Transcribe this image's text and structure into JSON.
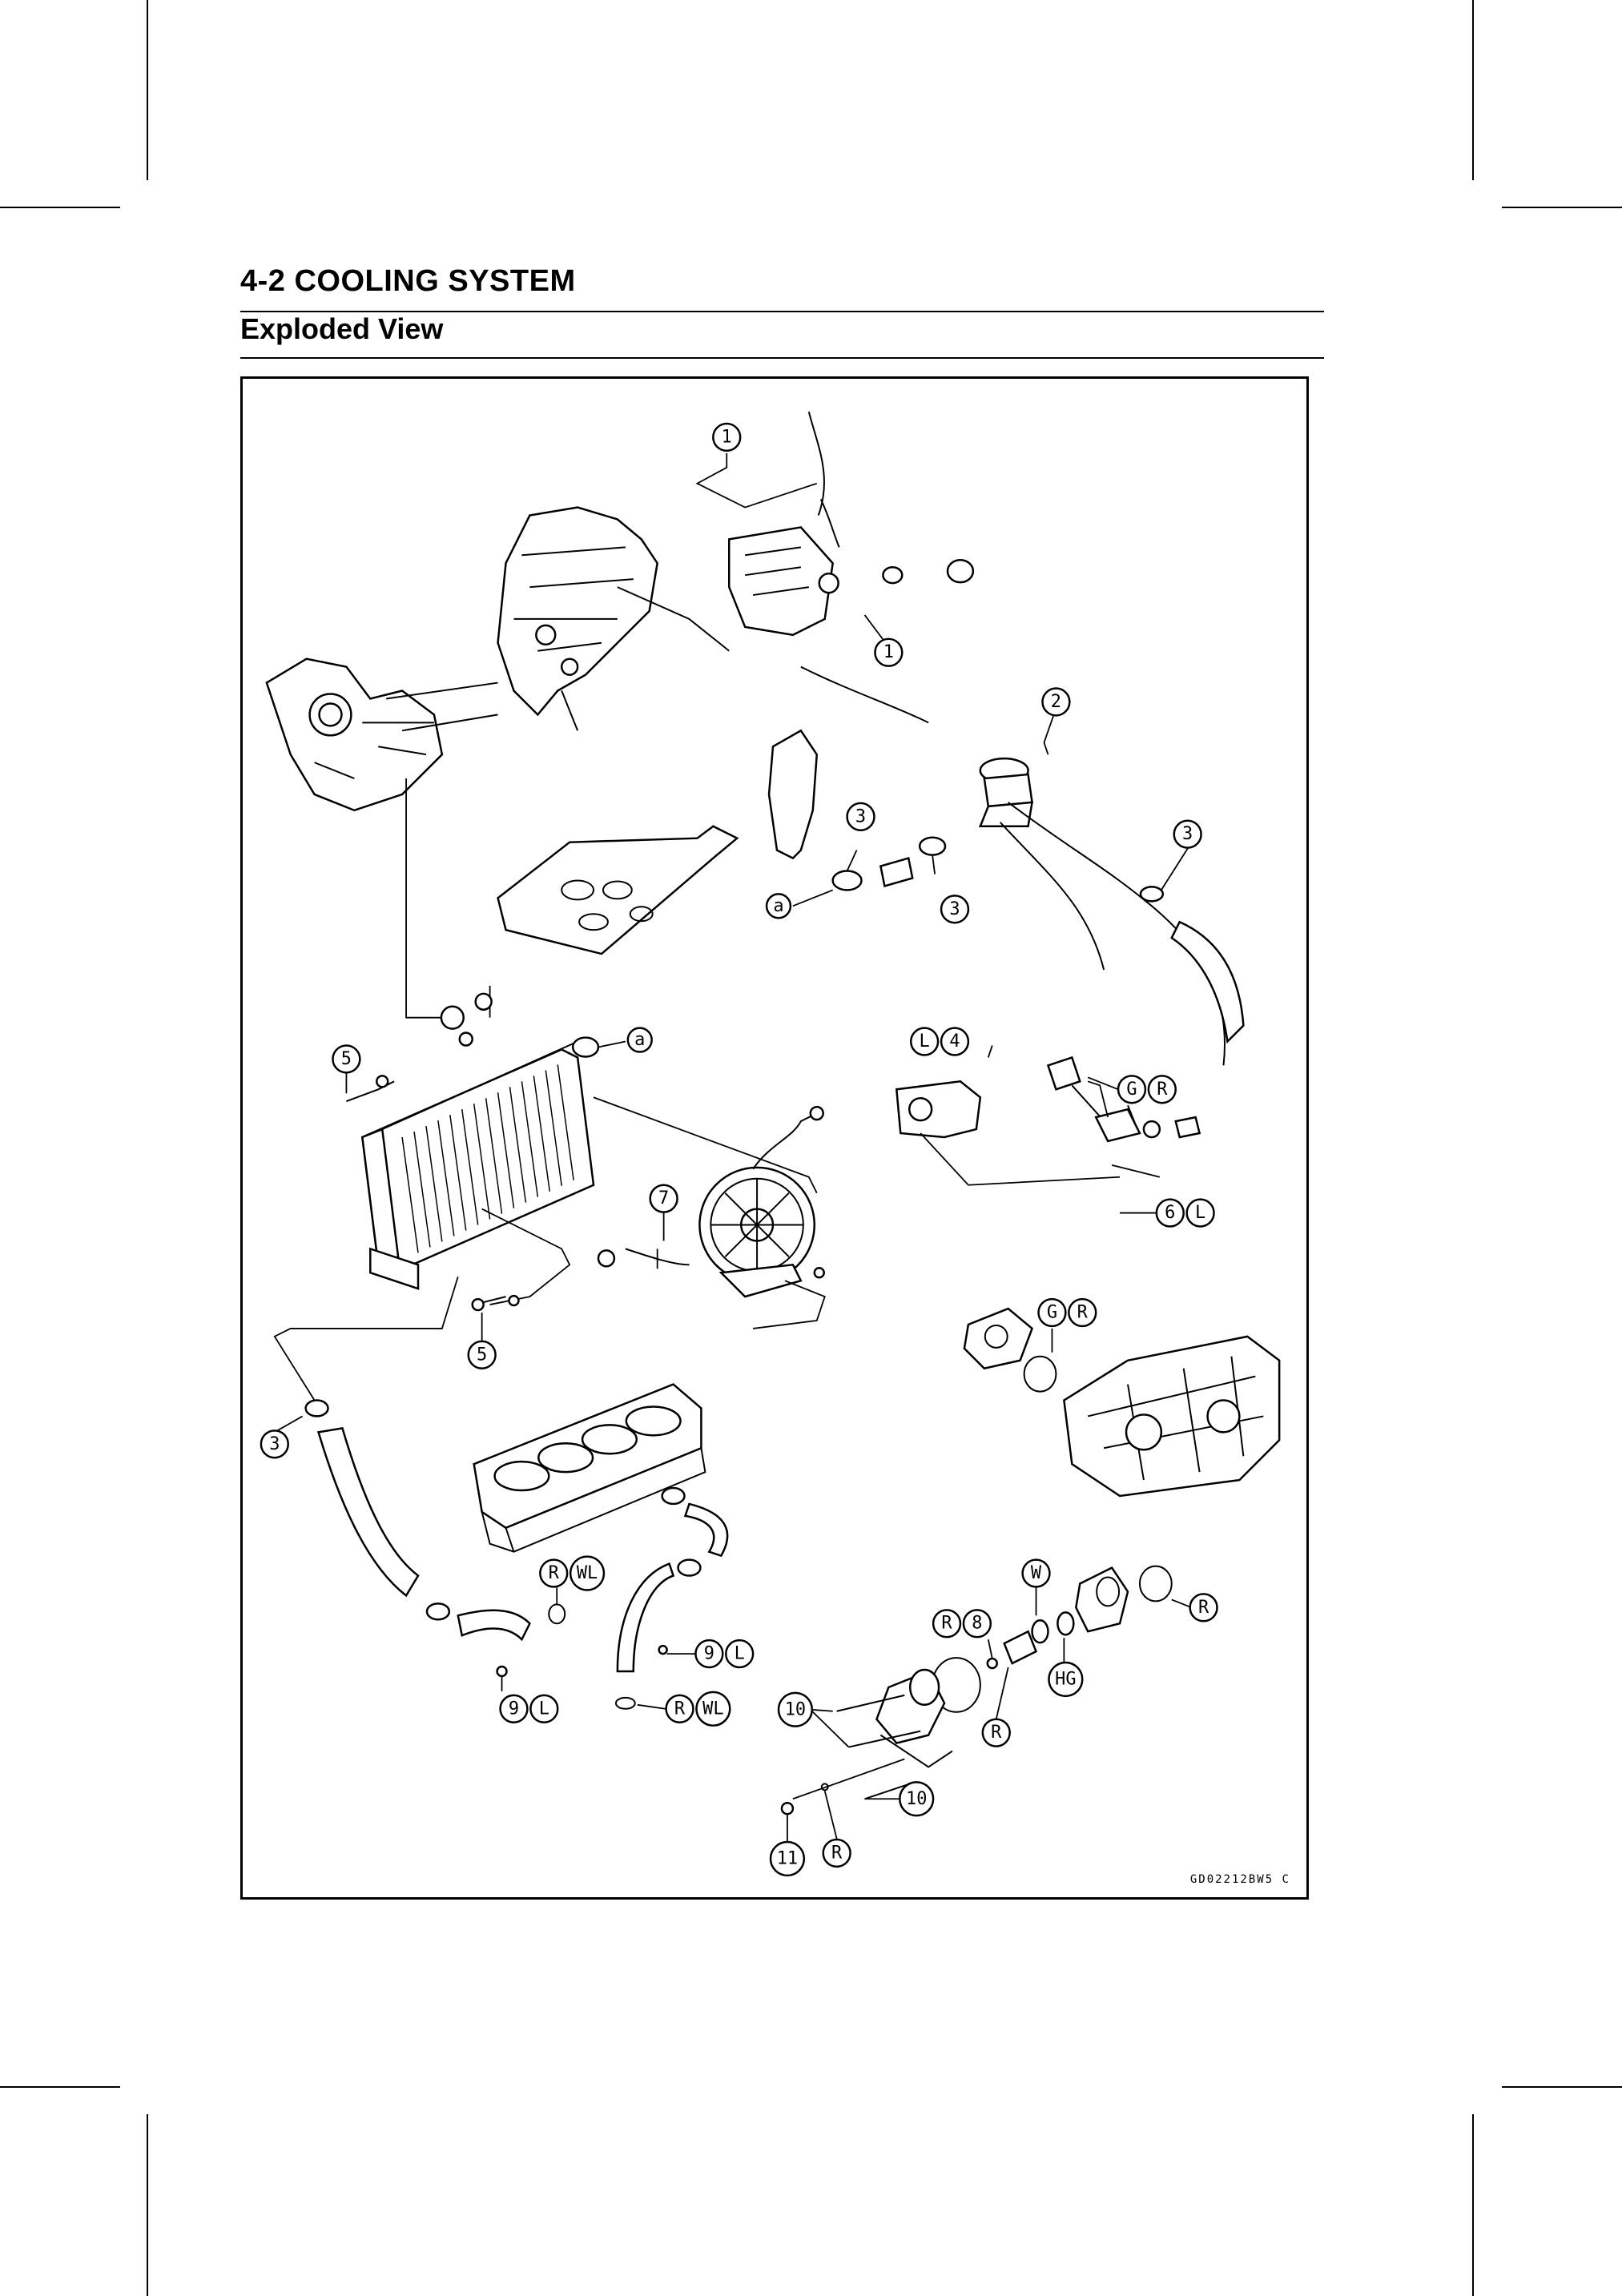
{
  "header": {
    "section_title": "4-2 COOLING SYSTEM",
    "subtitle": "Exploded View"
  },
  "figure": {
    "code": "GD02212BW5 C",
    "callouts": {
      "c1a": "1",
      "c1b": "1",
      "c2": "2",
      "c3a": "3",
      "c3b": "3",
      "c3c": "3",
      "c3d": "3",
      "ca1": "a",
      "ca2": "a",
      "cL4_L": "L",
      "cL4_4": "4",
      "cGR1_G": "G",
      "cGR1_R": "R",
      "c5a": "5",
      "c5b": "5",
      "c6L_6": "6",
      "c6L_L": "L",
      "c7": "7",
      "cGR2_G": "G",
      "cGR2_R": "R",
      "cRWL1_R": "R",
      "cRWL1_WL": "WL",
      "c9L1_9": "9",
      "c9L1_L": "L",
      "c9L2_9": "9",
      "c9L2_L": "L",
      "cRWL2_R": "R",
      "cRWL2_WL": "WL",
      "cW": "W",
      "cR1": "R",
      "cR8_R": "R",
      "cR8_8": "8",
      "cHG": "HG",
      "cR2": "R",
      "c10a": "10",
      "c10b": "10",
      "c11": "11",
      "cR3": "R"
    }
  },
  "colors": {
    "ink": "#000000",
    "paper": "#ffffff"
  }
}
